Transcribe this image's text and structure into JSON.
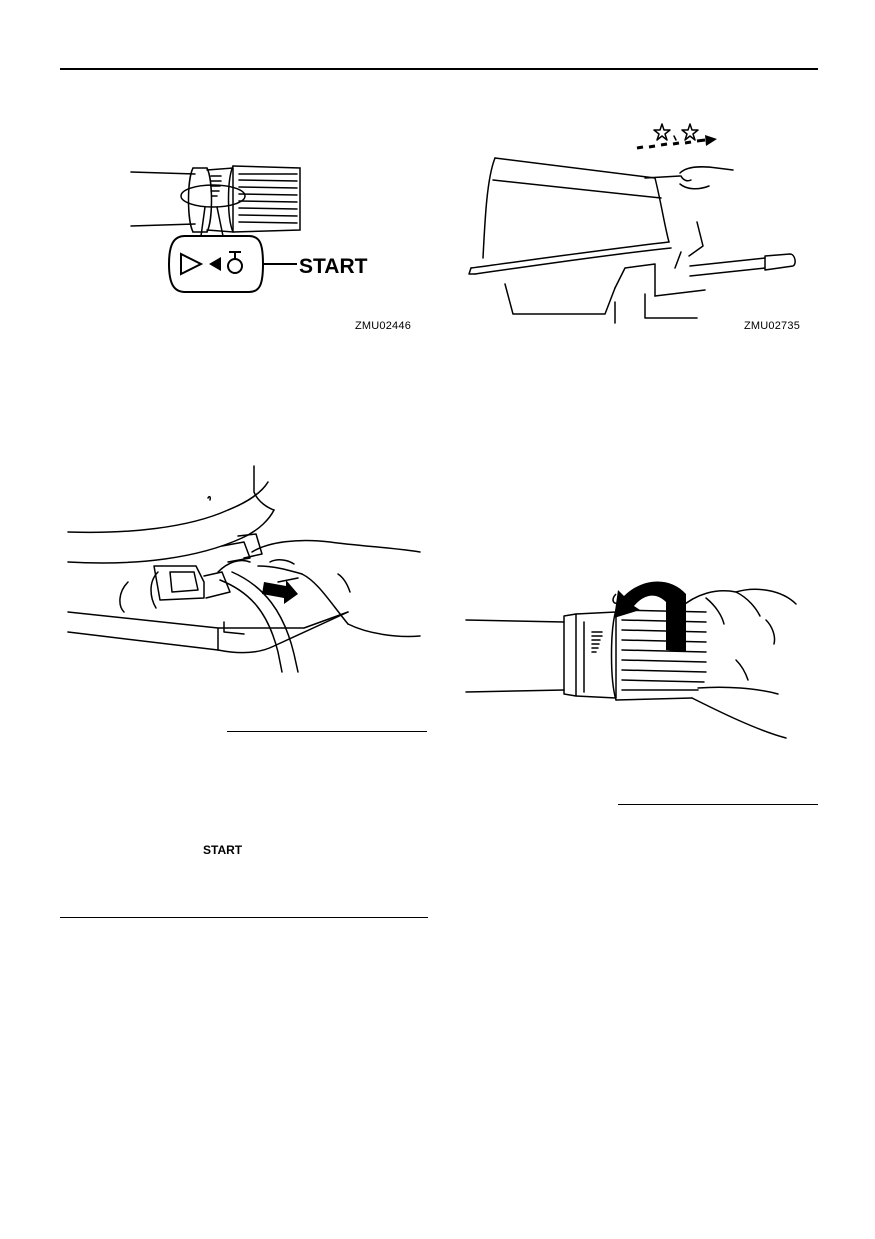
{
  "figures": {
    "throttle_start": {
      "code": "ZMU02446",
      "label": "START"
    },
    "engine_cover": {
      "code": "ZMU02735"
    }
  },
  "text": {
    "inline_start": "START"
  }
}
